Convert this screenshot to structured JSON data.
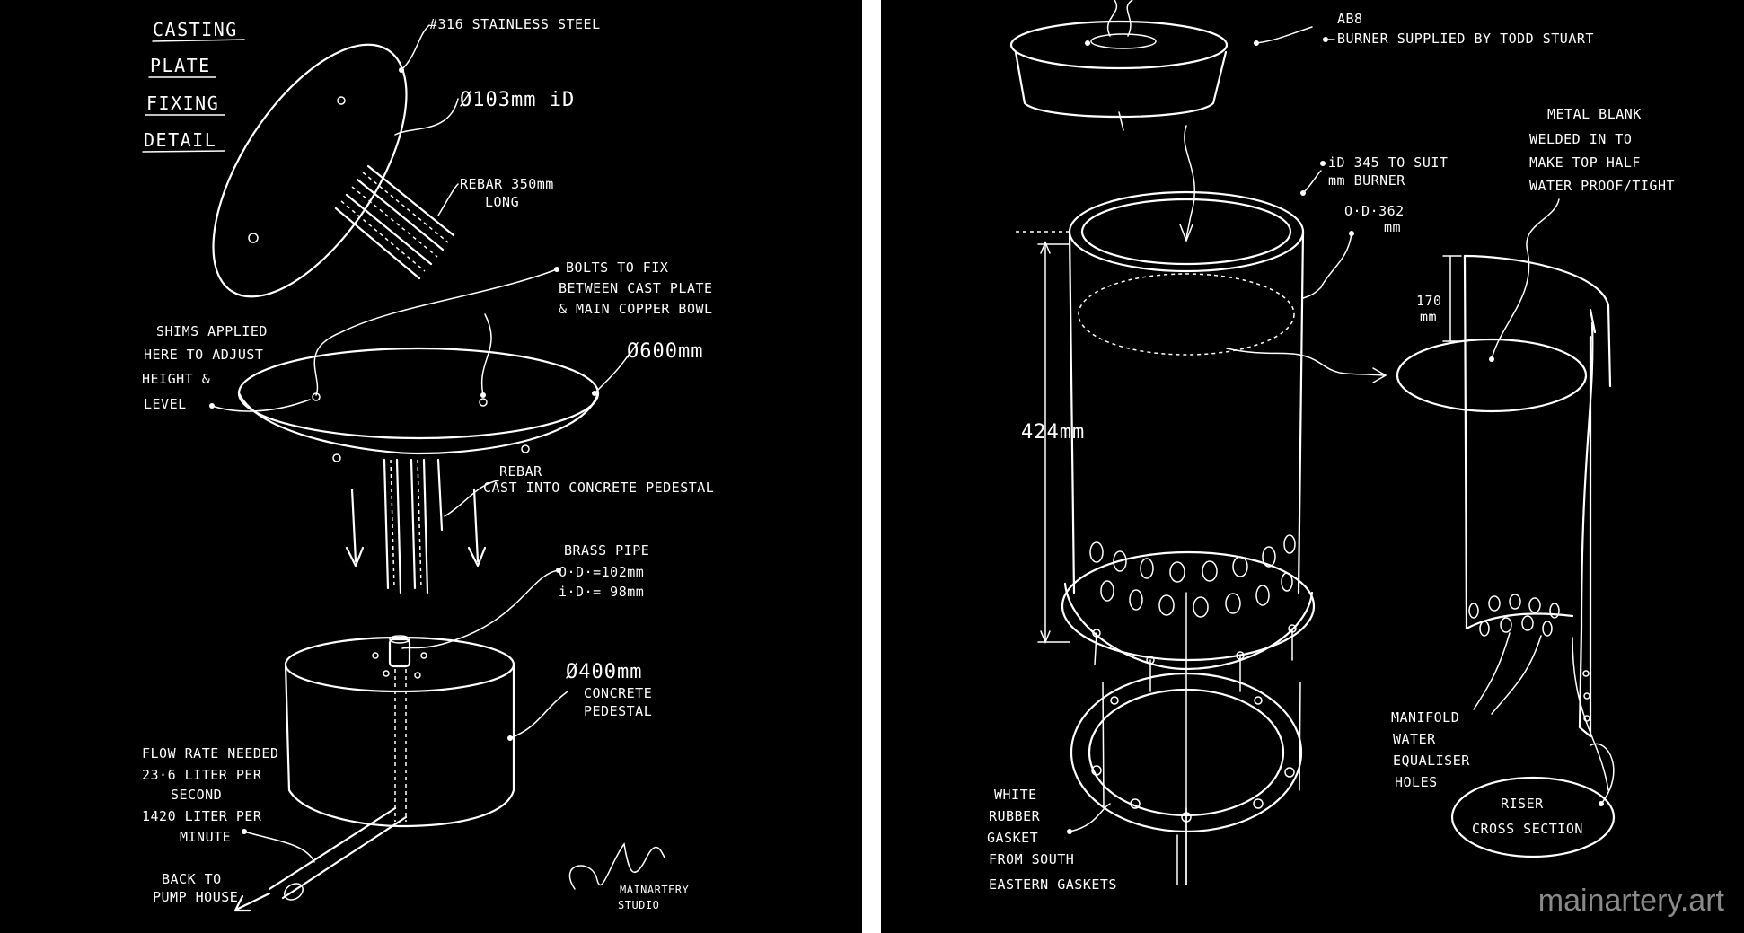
{
  "left": {
    "title": [
      "CASTING",
      "PLATE",
      "FIXING",
      "DETAIL"
    ],
    "labels": {
      "steel": "#316 STAINLESS STEEL",
      "id": "Ø103mm iD",
      "rebar1": "REBAR 350mm",
      "rebar2": "LONG",
      "bolts1": "BOLTS TO FIX",
      "bolts2": "BETWEEN CAST PLATE",
      "bolts3": "& MAIN COPPER BOWL",
      "shims1": "SHIMS APPLIED",
      "shims2": "HERE TO ADJUST",
      "shims3": "HEIGHT &",
      "shims4": "LEVEL",
      "dia600": "Ø600mm",
      "rebarcast1": "REBAR",
      "rebarcast2": "CAST INTO CONCRETE PEDESTAL",
      "brass1": "BRASS PIPE",
      "brass2": "O·D·=102mm",
      "brass3": "i·D·= 98mm",
      "ped1": "Ø400mm",
      "ped2": "CONCRETE",
      "ped3": "PEDESTAL",
      "flow1": "FLOW RATE NEEDED",
      "flow2": "23·6 LITER PER",
      "flow3": "SECOND",
      "flow4": "1420 LITER PER",
      "flow5": "MINUTE",
      "back1": "BACK TO",
      "back2": "PUMP HOUSE",
      "studio1": "MAINARTERY",
      "studio2": "STUDIO"
    }
  },
  "right": {
    "labels": {
      "ab1": "AB8",
      "ab2": "BURNER SUPPLIED BY TODD STUART",
      "id345a": "iD 345 TO SUIT",
      "id345b": "mm BURNER",
      "od1": "O·D·362",
      "od2": "mm",
      "blank1": "METAL BLANK",
      "blank2": "WELDED IN TO",
      "blank3": "MAKE TOP HALF",
      "blank4": "WATER PROOF/TIGHT",
      "h170a": "170",
      "h170b": "mm",
      "h424": "424mm",
      "gasket1": "WHITE",
      "gasket2": "RUBBER",
      "gasket3": "GASKET",
      "gasket4": "FROM SOUTH",
      "gasket5": "EASTERN GASKETS",
      "man1": "MANIFOLD",
      "man2": "WATER",
      "man3": "EQUALISER",
      "man4": "HOLES",
      "riser1": "RISER",
      "riser2": "CROSS SECTION"
    }
  },
  "watermark": "mainartery.art",
  "colors": {
    "background": "#000000",
    "ink": "#ffffff",
    "gutter": "#ffffff",
    "watermark": "#8a8a8a"
  }
}
